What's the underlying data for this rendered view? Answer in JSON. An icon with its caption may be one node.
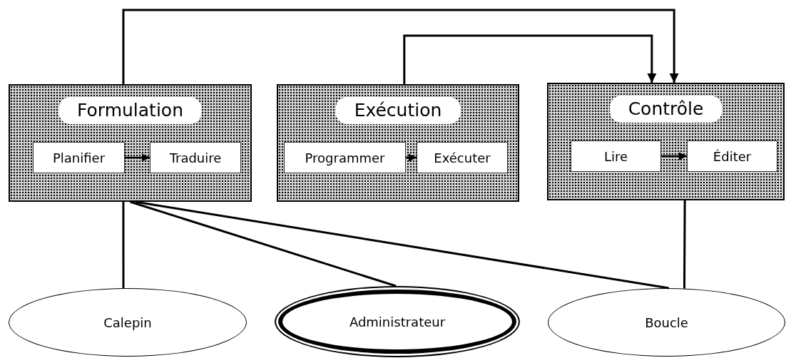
{
  "diagram": {
    "nodes": [
      {
        "text": [
          "Formulation"
        ]
      },
      {
        "text": [
          "Planifier"
        ],
        "in": 0
      },
      {
        "text": [
          "Traduire"
        ],
        "in": 0
      },
      {
        "text": [
          "Exécution"
        ]
      },
      {
        "text": [
          "Programmer"
        ],
        "in": 3
      },
      {
        "text": [
          "Exécuter"
        ],
        "in": 3
      },
      {
        "text": [
          "Contrôle"
        ]
      },
      {
        "text": [
          "Lire"
        ],
        "in": 6
      },
      {
        "text": [
          "Éditer"
        ],
        "in": 6
      },
      {
        "text": [
          "Calepin"
        ]
      },
      {
        "text": [
          "Administrateur"
        ]
      },
      {
        "text": [
          "Boucle"
        ]
      }
    ],
    "edges": [
      {
        "from": 1,
        "to": 2,
        "arrow": "to"
      },
      {
        "from": 4,
        "to": 5,
        "arrow": "to"
      },
      {
        "from": 7,
        "to": 8,
        "arrow": "to"
      },
      {
        "from": 0,
        "to": 6,
        "arrow": "to"
      },
      {
        "from": 3,
        "to": 6,
        "arrow": "to"
      },
      {
        "from": 0,
        "to": 9,
        "arrow": "none"
      },
      {
        "from": 0,
        "to": 10,
        "arrow": "none"
      },
      {
        "from": 0,
        "to": 11,
        "arrow": "none"
      },
      {
        "from": 6,
        "to": 11,
        "arrow": "none"
      }
    ]
  }
}
